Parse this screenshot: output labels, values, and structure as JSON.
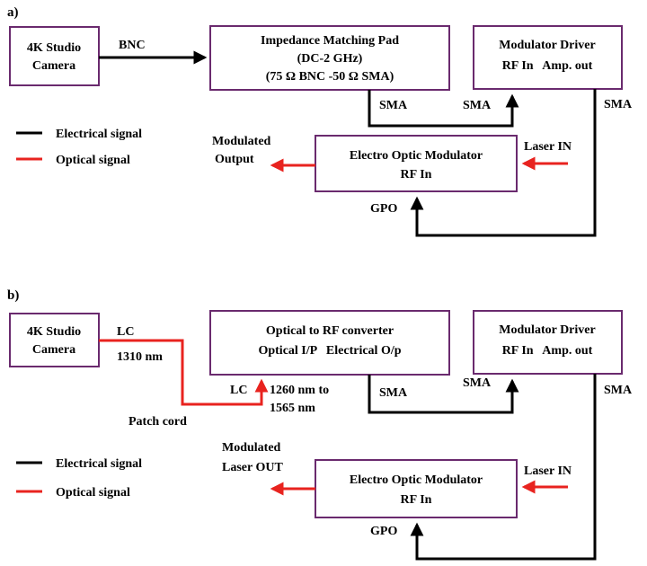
{
  "colors": {
    "electrical": "#000000",
    "optical": "#e8231f",
    "box_border": "#6a2a6e"
  },
  "panel_a": {
    "label": "a)",
    "camera": {
      "line1": "4K Studio",
      "line2": "Camera"
    },
    "impedance_pad": {
      "line1": "Impedance Matching Pad",
      "line2": "(DC-2 GHz)",
      "line3": "(75 Ω BNC -50 Ω SMA)"
    },
    "modulator_driver": {
      "line1": "Modulator Driver",
      "line2": "RF In   Amp. out"
    },
    "eom": {
      "line1": "Electro Optic Modulator",
      "line2": "RF In"
    },
    "labels": {
      "bnc": "BNC",
      "sma_pad_out": "SMA",
      "sma_driver_in": "SMA",
      "sma_driver_out": "SMA",
      "gpo": "GPO",
      "laser_in": "Laser IN",
      "output_line1": "Modulated",
      "output_line2": "Output"
    },
    "legend": {
      "electrical": "Electrical signal",
      "optical": "Optical signal"
    }
  },
  "panel_b": {
    "label": "b)",
    "camera": {
      "line1": "4K Studio",
      "line2": "Camera"
    },
    "converter": {
      "line1": "Optical to RF converter",
      "line2": "Optical I/P   Electrical O/p"
    },
    "modulator_driver": {
      "line1": "Modulator Driver",
      "line2": "RF In   Amp. out"
    },
    "eom": {
      "line1": "Electro Optic Modulator",
      "line2": "RF In"
    },
    "labels": {
      "lc_top": "LC",
      "wavelength_1310": "1310 nm",
      "lc_bottom": "LC",
      "range_line1": "1260 nm to",
      "range_line2": "1565 nm",
      "patch_cord": "Patch cord",
      "sma_conv_out": "SMA",
      "sma_driver_in": "SMA",
      "sma_driver_out": "SMA",
      "gpo": "GPO",
      "laser_in": "Laser IN",
      "output_line1": "Modulated",
      "output_line2": "Laser OUT"
    },
    "legend": {
      "electrical": "Electrical signal",
      "optical": "Optical signal"
    }
  }
}
